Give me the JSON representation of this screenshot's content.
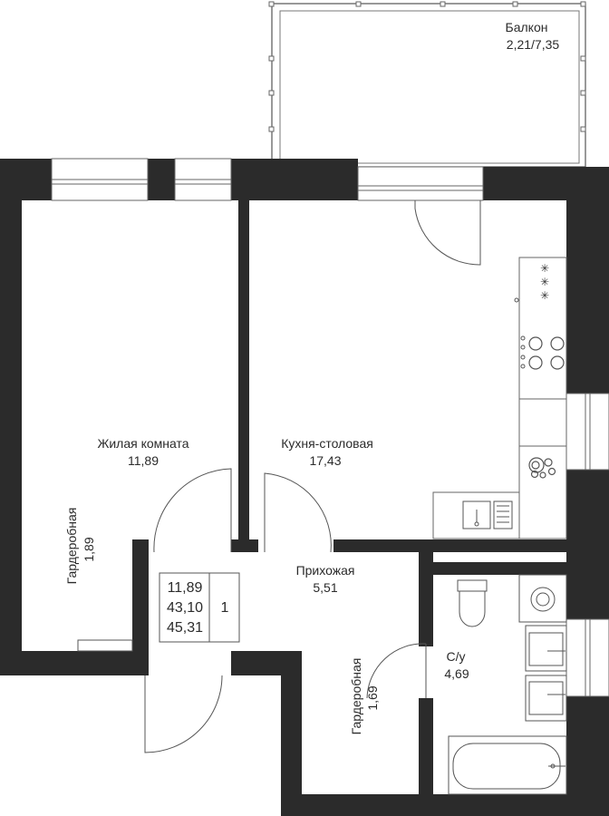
{
  "rooms": {
    "balcony": {
      "name": "Балкон",
      "area": "2,21/7,35"
    },
    "living": {
      "name": "Жилая комната",
      "area": "11,89"
    },
    "kitchen": {
      "name": "Кухня-столовая",
      "area": "17,43"
    },
    "hallway": {
      "name": "Прихожая",
      "area": "5,51"
    },
    "bathroom": {
      "name": "С/у",
      "area": "4,69"
    },
    "wardrobe_left": {
      "name": "Гардеробная",
      "area": "1,89"
    },
    "wardrobe_right": {
      "name": "Гардеробная",
      "area": "1,69"
    }
  },
  "summary": {
    "living_area": "11,89",
    "total_area": "43,10",
    "area_with_balcony": "45,31",
    "room_count": "1"
  },
  "colors": {
    "wall": "#2b2b2b",
    "line": "#555555",
    "background": "#ffffff"
  },
  "icons": [
    "hob-icon",
    "oven-knobs-icon",
    "sink-icon",
    "dishwasher-icon",
    "toilet-icon",
    "washing-machine-icon",
    "washbasin-icon",
    "bathtub-icon",
    "door-icon",
    "window-icon"
  ]
}
